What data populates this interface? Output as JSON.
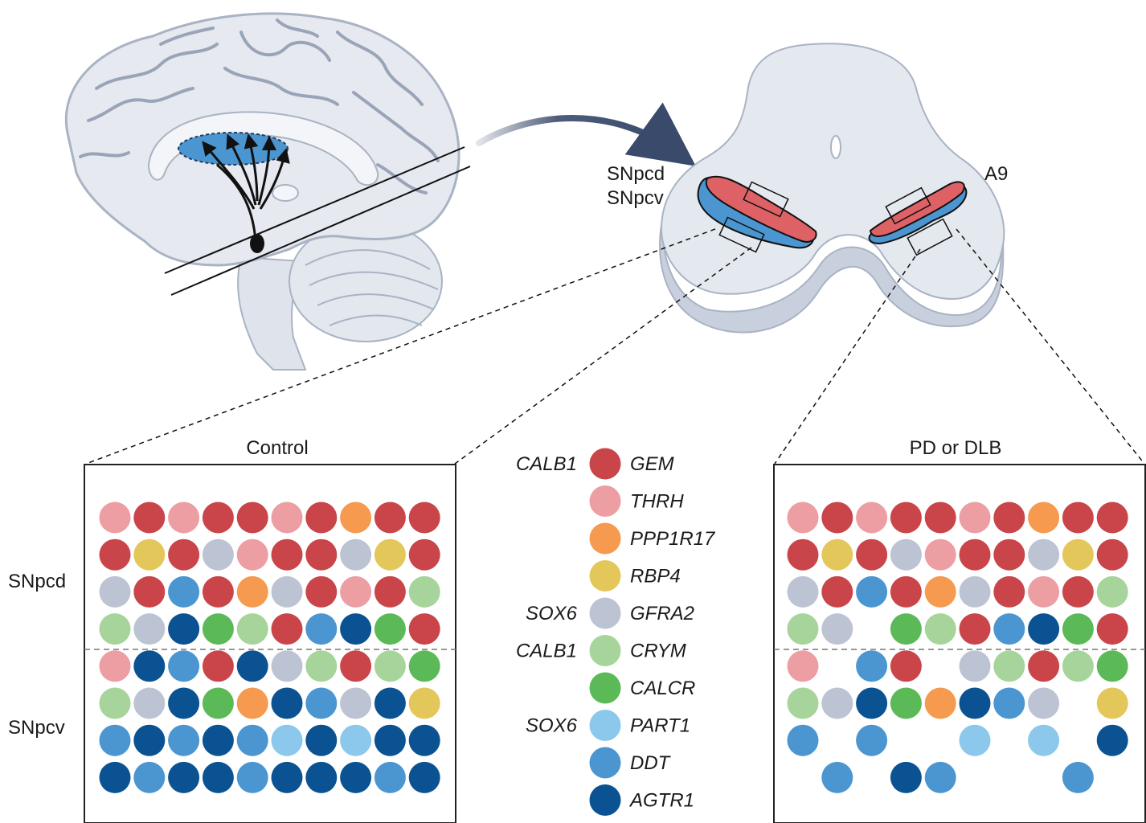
{
  "labels": {
    "snpcd_top": "SNpcd",
    "snpcv_top": "SNpcv",
    "a9": "A9",
    "control_title": "Control",
    "pd_title": "PD or DLB",
    "row_snpcd": "SNpcd",
    "row_snpcv": "SNpcv"
  },
  "colors": {
    "GEM": "#c9454a",
    "THRH": "#ec9ea3",
    "PPP1R17": "#f59a4e",
    "RBP4": "#e4c75a",
    "GFRA2": "#bcc3d2",
    "CRYM": "#a6d49b",
    "CALCR": "#5cb957",
    "PART1": "#8cc8ec",
    "DDT": "#4b96d0",
    "AGTR1": "#0b5293"
  },
  "legend": [
    {
      "group": "CALB1",
      "gene": "GEM"
    },
    {
      "group": "",
      "gene": "THRH"
    },
    {
      "group": "",
      "gene": "PPP1R17"
    },
    {
      "group": "",
      "gene": "RBP4"
    },
    {
      "group": "SOX6",
      "gene": "GFRA2"
    },
    {
      "group": "CALB1",
      "gene": "CRYM"
    },
    {
      "group": "",
      "gene": "CALCR"
    },
    {
      "group": "SOX6",
      "gene": "PART1"
    },
    {
      "group": "",
      "gene": "DDT"
    },
    {
      "group": "",
      "gene": "AGTR1"
    }
  ],
  "grids": {
    "control": [
      [
        "THRH",
        "GEM",
        "THRH",
        "GEM",
        "GEM",
        "THRH",
        "GEM",
        "PPP1R17",
        "GEM",
        "GEM"
      ],
      [
        "GEM",
        "RBP4",
        "GEM",
        "GFRA2",
        "THRH",
        "GEM",
        "GEM",
        "GFRA2",
        "RBP4",
        "GEM"
      ],
      [
        "GFRA2",
        "GEM",
        "DDT",
        "GEM",
        "PPP1R17",
        "GFRA2",
        "GEM",
        "THRH",
        "GEM",
        "CRYM"
      ],
      [
        "CRYM",
        "GFRA2",
        "AGTR1",
        "CALCR",
        "CRYM",
        "GEM",
        "DDT",
        "AGTR1",
        "CALCR",
        "GEM"
      ],
      [
        "THRH",
        "AGTR1",
        "DDT",
        "GEM",
        "AGTR1",
        "GFRA2",
        "CRYM",
        "GEM",
        "CRYM",
        "CALCR"
      ],
      [
        "CRYM",
        "GFRA2",
        "AGTR1",
        "CALCR",
        "PPP1R17",
        "AGTR1",
        "DDT",
        "GFRA2",
        "AGTR1",
        "RBP4"
      ],
      [
        "DDT",
        "AGTR1",
        "DDT",
        "AGTR1",
        "DDT",
        "PART1",
        "AGTR1",
        "PART1",
        "AGTR1",
        "AGTR1"
      ],
      [
        "AGTR1",
        "DDT",
        "AGTR1",
        "AGTR1",
        "DDT",
        "AGTR1",
        "AGTR1",
        "AGTR1",
        "DDT",
        "AGTR1"
      ]
    ],
    "pd": [
      [
        "THRH",
        "GEM",
        "THRH",
        "GEM",
        "GEM",
        "THRH",
        "GEM",
        "PPP1R17",
        "GEM",
        "GEM"
      ],
      [
        "GEM",
        "RBP4",
        "GEM",
        "GFRA2",
        "THRH",
        "GEM",
        "GEM",
        "GFRA2",
        "RBP4",
        "GEM"
      ],
      [
        "GFRA2",
        "GEM",
        "DDT",
        "GEM",
        "PPP1R17",
        "GFRA2",
        "GEM",
        "THRH",
        "GEM",
        "CRYM"
      ],
      [
        "CRYM",
        "GFRA2",
        "",
        "CALCR",
        "CRYM",
        "GEM",
        "DDT",
        "AGTR1",
        "CALCR",
        "GEM"
      ],
      [
        "THRH",
        "",
        "DDT",
        "GEM",
        "",
        "GFRA2",
        "CRYM",
        "GEM",
        "CRYM",
        "CALCR"
      ],
      [
        "CRYM",
        "GFRA2",
        "AGTR1",
        "CALCR",
        "PPP1R17",
        "AGTR1",
        "DDT",
        "GFRA2",
        "",
        "RBP4"
      ],
      [
        "DDT",
        "",
        "DDT",
        "",
        "",
        "PART1",
        "",
        "PART1",
        "",
        "AGTR1"
      ],
      [
        "",
        "DDT",
        "",
        "AGTR1",
        "DDT",
        "",
        "",
        "",
        "DDT",
        ""
      ]
    ]
  }
}
